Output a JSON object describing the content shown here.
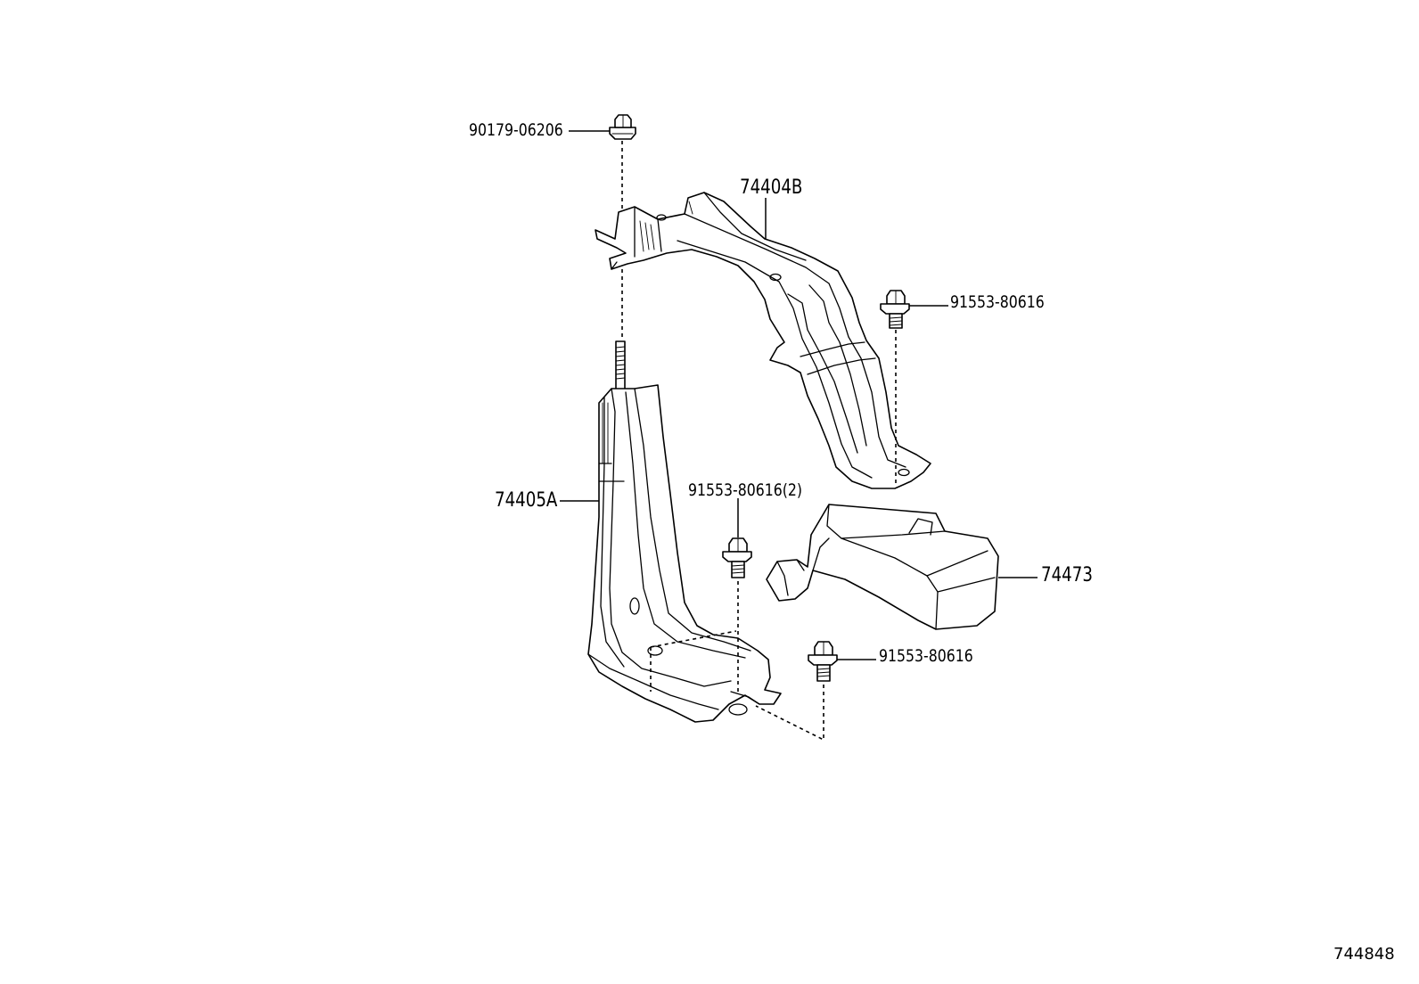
{
  "diagram": {
    "parts": [
      {
        "id": "nut-top",
        "number": "90179-06206"
      },
      {
        "id": "bracket-upper",
        "number": "74404B"
      },
      {
        "id": "bolt-right-upper",
        "number": "91553-80616"
      },
      {
        "id": "bracket-lower",
        "number": "74405A"
      },
      {
        "id": "bolt-center",
        "number": "91553-80616(2)"
      },
      {
        "id": "cover",
        "number": "74473"
      },
      {
        "id": "bolt-lower",
        "number": "91553-80616"
      }
    ],
    "reference_number": "744848"
  }
}
